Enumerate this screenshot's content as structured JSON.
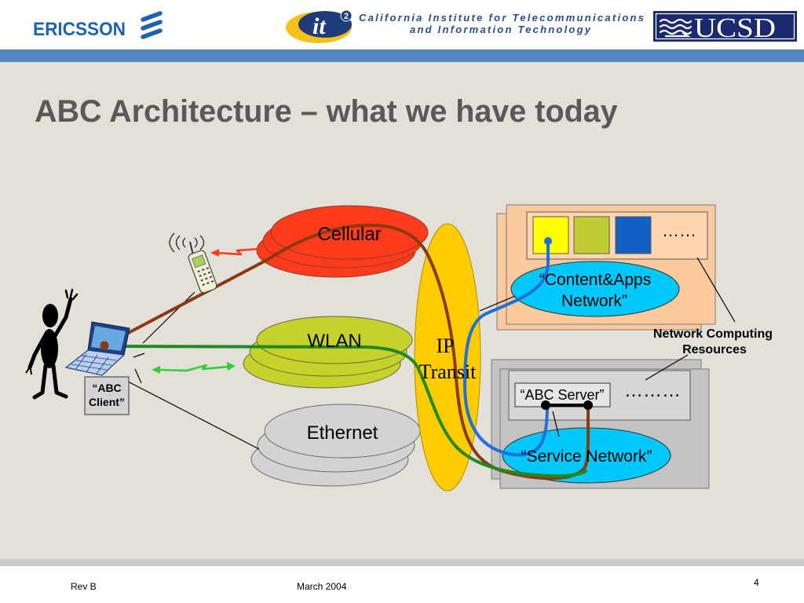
{
  "header": {
    "ericsson": "ERICSSON",
    "calit2_mark": "it",
    "calit2_sup": "2",
    "calit2_line1": "California Institute for Telecommunications",
    "calit2_line2": "and Information Technology",
    "ucsd": "UCSD"
  },
  "slide": {
    "title": "ABC Architecture – what we have today"
  },
  "diagram": {
    "access_networks": {
      "cellular": "Cellular",
      "wlan": "WLAN",
      "ethernet": "Ethernet"
    },
    "ip_transit": [
      "IP",
      "Transit"
    ],
    "client": [
      "“ABC",
      "Client”"
    ],
    "content_network": [
      "“Content&Apps",
      "Network”"
    ],
    "resources": [
      "Network Computing",
      "Resources"
    ],
    "resources_more": "……",
    "server": "“ABC Server”",
    "server_more": "………",
    "service_network": "“Service Network”"
  },
  "footer": {
    "revision": "Rev B",
    "date": "March 2004",
    "page": "4"
  },
  "colors": {
    "brand_ericsson": "#1e63b0",
    "brand_calit2_navy": "#1f3b7a",
    "brand_calit2_gold": "#f2c21a",
    "brand_calit2_text": "#2b4c8c",
    "brand_ucsd": "#1b2a6e",
    "header_stripe": "#5484c2",
    "slide_background": "#e2e0d9",
    "title": "#595959",
    "cellular": "#ff3b1c",
    "wlan": "#c6d12c",
    "ethernet": "#d3d3d3",
    "ip_transit": "#ffcc00",
    "content_network": "#00c8fb",
    "service_network": "#00c8fb",
    "resources_box": "#fdca9d",
    "resources_inner": "#fdd6b0",
    "resource_1": "#ffff00",
    "resource_2": "#c0cc33",
    "resource_3": "#1060c6",
    "server_box": "#c3c3c3",
    "server_inner": "#d6d6d6",
    "client_box": "#d4d4d4",
    "link_cellular": "#8b3a10",
    "link_wlan": "#1f8a1f",
    "link_content": "#1e6fe0",
    "wireless_cellular": "#ff3b1c",
    "wireless_wlan": "#33cc33"
  }
}
